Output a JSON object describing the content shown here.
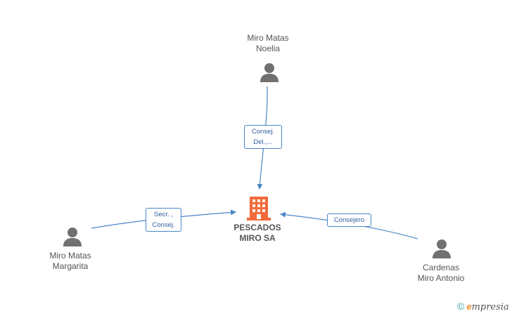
{
  "company": {
    "name_line1": "PESCADOS",
    "name_line2": "MIRO SA",
    "icon": "building-icon",
    "color": "#f26a3a"
  },
  "persons": [
    {
      "id": "noelia",
      "line1": "Miro Matas",
      "line2": "Noelia",
      "icon": "person-icon"
    },
    {
      "id": "margarita",
      "line1": "Miro Matas",
      "line2": "Margarita",
      "icon": "person-icon"
    },
    {
      "id": "antonio",
      "line1": "Cardenas",
      "line2": "Miro Antonio",
      "icon": "person-icon"
    }
  ],
  "roles": {
    "noelia": {
      "line1": "Consej.",
      "line2": "Del.,..."
    },
    "margarita": {
      "line1": "Secr. ,",
      "line2": "Consej."
    },
    "antonio": {
      "line1": "Consejero"
    }
  },
  "colors": {
    "link": "#4a86c8",
    "person_icon": "#707070",
    "text": "#555555"
  },
  "watermark": {
    "copyright": "©",
    "brand_first": "e",
    "brand_rest": "mpresia"
  }
}
